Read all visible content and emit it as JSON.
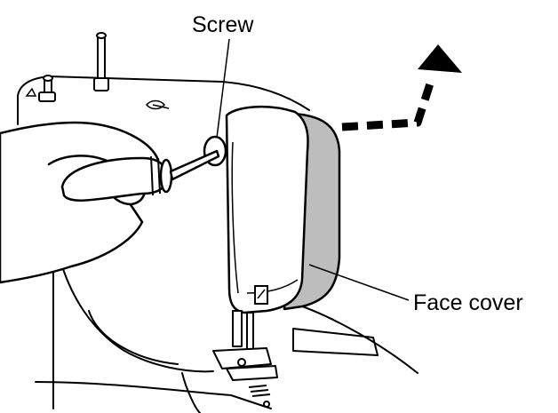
{
  "callouts": {
    "screw": "Screw",
    "face_cover": "Face cover"
  },
  "colors": {
    "line": "#000000",
    "face_cover_side": "#bdbdbd",
    "background": "#ffffff"
  },
  "icons": [
    "screwdriver",
    "hand",
    "dashed-arrow",
    "sewing-machine-head"
  ]
}
